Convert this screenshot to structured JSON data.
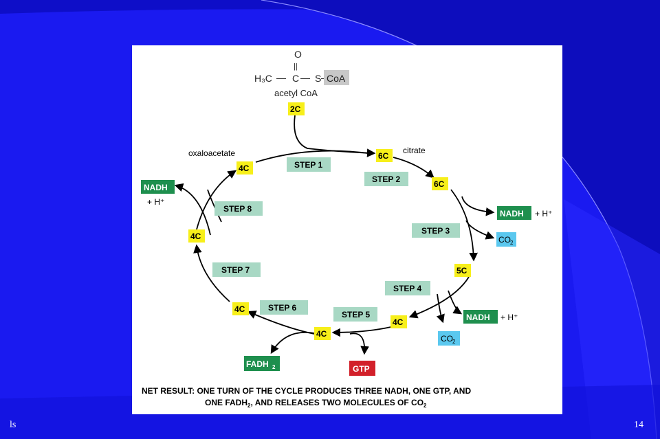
{
  "slide": {
    "footer_left": "ls",
    "page_number": "14",
    "background_color": "#1a1af0",
    "accent_colors": {
      "carbon_box": "#f7ef1a",
      "step_box": "#a8d8c4",
      "nadh_box": "#1e8f4e",
      "co2_box": "#5bc8ef",
      "gtp_box": "#d2202a"
    }
  },
  "diagram": {
    "molecule": {
      "oxygen": "O",
      "double_bond": "||",
      "formula_h3c": "H₃C",
      "bond1": "—",
      "formula_c": "C",
      "bond2": "—",
      "formula_s": "S",
      "bond3": "—",
      "coa": "CoA",
      "name": "acetyl CoA"
    },
    "labels": {
      "oxaloacetate": "oxaloacetate",
      "citrate": "citrate"
    },
    "carbon_nodes": [
      {
        "id": "acetyl",
        "label": "2C"
      },
      {
        "id": "citrate1",
        "label": "6C"
      },
      {
        "id": "citrate2",
        "label": "6C"
      },
      {
        "id": "ketoglutarate",
        "label": "5C"
      },
      {
        "id": "succinylcoa",
        "label": "4C"
      },
      {
        "id": "succinate",
        "label": "4C"
      },
      {
        "id": "fumarate",
        "label": "4C"
      },
      {
        "id": "malate",
        "label": "4C"
      },
      {
        "id": "oxaloacetate",
        "label": "4C"
      }
    ],
    "steps": [
      "STEP 1",
      "STEP 2",
      "STEP 3",
      "STEP 4",
      "STEP 5",
      "STEP 6",
      "STEP 7",
      "STEP 8"
    ],
    "products": {
      "nadh": "NADH",
      "h_plus": "+ H⁺",
      "co2_main": "CO",
      "co2_sub": "2",
      "fadh_main": "FADH",
      "fadh_sub": "2",
      "gtp": "GTP"
    },
    "net_result": {
      "line1": "NET RESULT: ONE TURN OF THE CYCLE PRODUCES THREE NADH, ONE GTP, AND",
      "line2_part1": "ONE FADH",
      "line2_sub": "2",
      "line2_part2": ", AND RELEASES TWO MOLECULES OF CO",
      "line2_sub2": "2"
    }
  }
}
